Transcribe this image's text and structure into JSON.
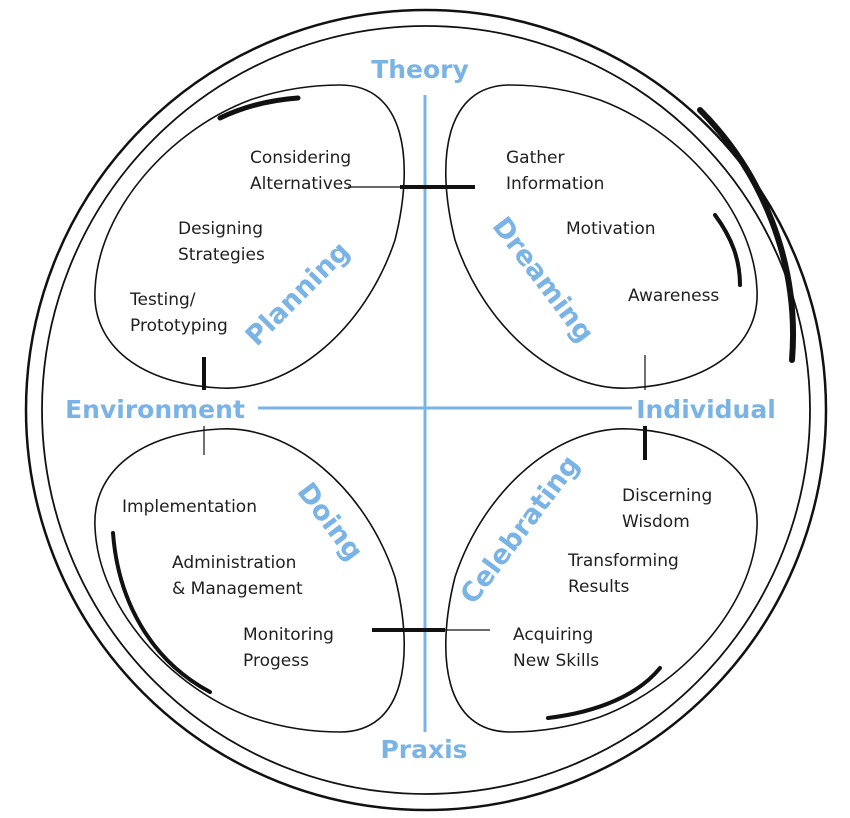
{
  "colors": {
    "accent": "#7ab3e6",
    "outline": "#111111",
    "text": "#1f1f1f"
  },
  "axes": {
    "top": "Theory",
    "bottom": "Praxis",
    "left": "Environment",
    "right": "Individual"
  },
  "quadrants": {
    "planning": {
      "title": "Planning",
      "items": [
        [
          "Considering",
          "Alternatives"
        ],
        [
          "Designing",
          "Strategies"
        ],
        [
          "Testing/",
          "Prototyping"
        ]
      ]
    },
    "dreaming": {
      "title": "Dreaming",
      "items": [
        [
          "Gather",
          "Information"
        ],
        [
          "Motivation"
        ],
        [
          "Awareness"
        ]
      ]
    },
    "doing": {
      "title": "Doing",
      "items": [
        [
          "Implementation"
        ],
        [
          "Administration",
          "& Management"
        ],
        [
          "Monitoring",
          "Progess"
        ]
      ]
    },
    "celebrating": {
      "title": "Celebrating",
      "items": [
        [
          "Discerning",
          "Wisdom"
        ],
        [
          "Transforming",
          "Results"
        ],
        [
          "Acquiring",
          "New Skills"
        ]
      ]
    }
  }
}
